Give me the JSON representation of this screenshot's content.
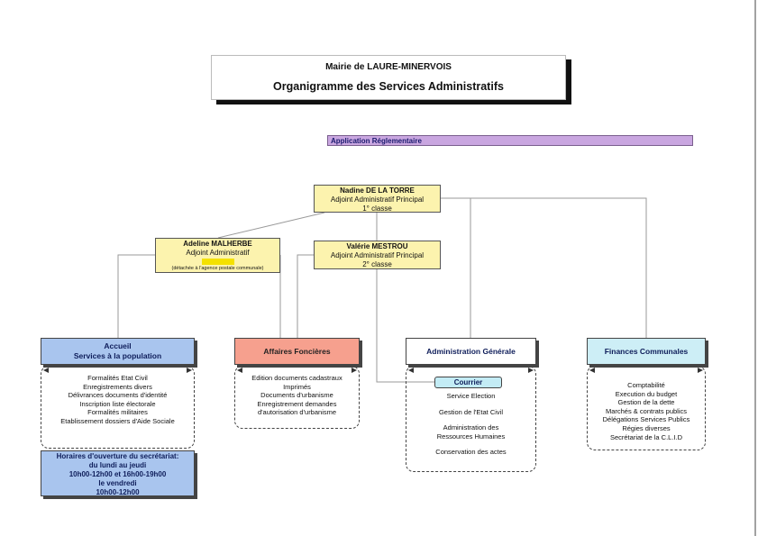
{
  "header": {
    "mairie": "Mairie de LAURE-MINERVOIS",
    "title": "Organigramme des Services Administratifs"
  },
  "application_bar": "Application Réglementaire",
  "people": {
    "nadine": {
      "name": "Nadine DE LA TORRE",
      "role": "Adjoint Administratif Principal",
      "grade": "1° classe"
    },
    "adeline": {
      "name": "Adeline MALHERBE",
      "role": "Adjoint Administratif",
      "note": "(détachée à l'agence postale communale)"
    },
    "valerie": {
      "name": "Valérie MESTROU",
      "role": "Adjoint Administratif Principal",
      "grade": "2° classe"
    }
  },
  "services": {
    "accueil": {
      "title_line1": "Accueil",
      "title_line2": "Services à la population",
      "tasks": [
        "Formalités Etat Civil",
        "Enregistrements divers",
        "Délivrances documents d'identité",
        "Inscription liste électorale",
        "Formalités militaires",
        "Etablissement dossiers d'Aide Sociale"
      ]
    },
    "foncieres": {
      "title": "Affaires Foncières",
      "tasks": [
        "Edition documents cadastraux",
        "Imprimés",
        "Documents d'urbanisme",
        "Enregistrement demandes",
        "d'autorisation d'urbanisme"
      ]
    },
    "admin": {
      "title": "Administration Générale",
      "courrier": "Courrier",
      "tasks": [
        "Service Election",
        "Gestion de l'Etat Civil",
        "Administration des Ressources Humaines",
        "Conservation des actes"
      ]
    },
    "finances": {
      "title": "Finances Communales",
      "tasks": [
        "Comptabilité",
        "Execution du budget",
        "Gestion de la dette",
        "Marchés & contrats publics",
        "Délégations Services Publics",
        "Régies diverses",
        "Secrétariat de la C.L.I.D"
      ]
    }
  },
  "hours": {
    "line1": "Horaires d'ouverture du secrétariat:",
    "line2": "du lundi au jeudi",
    "line3": "10h00-12h00 et 16h00-19h00",
    "line4": "le vendredi",
    "line5": "10h00-12h00"
  }
}
